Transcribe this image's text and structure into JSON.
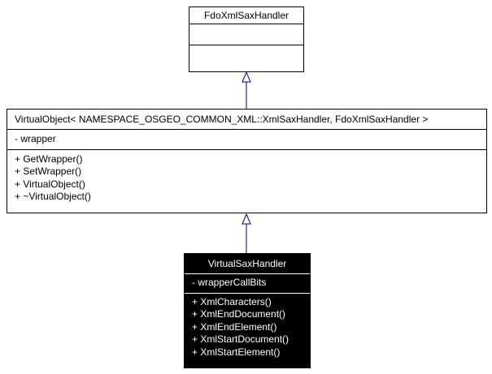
{
  "classes": {
    "base": {
      "name": "FdoXmlSaxHandler",
      "attributes": [],
      "methods": []
    },
    "template": {
      "name": "VirtualObject< NAMESPACE_OSGEO_COMMON_XML::XmlSaxHandler, FdoXmlSaxHandler >",
      "attributes": [
        "- wrapper"
      ],
      "methods": [
        "+ GetWrapper()",
        "+ SetWrapper()",
        "+ VirtualObject()",
        "+ ~VirtualObject()"
      ]
    },
    "derived": {
      "name": "VirtualSaxHandler",
      "attributes": [
        "- wrapperCallBits"
      ],
      "methods": [
        "+ XmlCharacters()",
        "+ XmlEndDocument()",
        "+ XmlEndElement()",
        "+ XmlStartDocument()",
        "+ XmlStartElement()"
      ]
    }
  },
  "colors": {
    "line": "#000080",
    "highlight_bg": "#000000",
    "highlight_text": "#ffffff"
  }
}
